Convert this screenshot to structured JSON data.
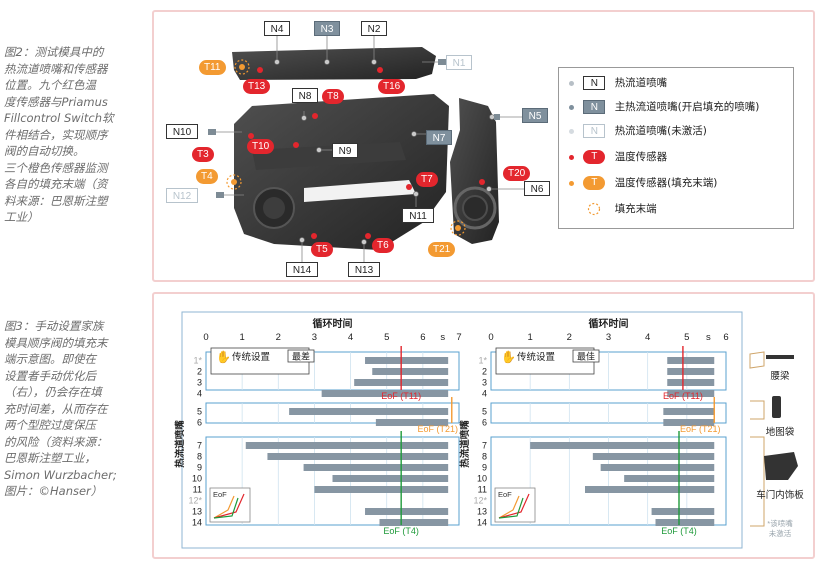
{
  "caption2": [
    "图2：测试模具中的",
    "热流道喷嘴和传感器",
    "位置。九个红色温",
    "度传感器与Priamus",
    "Fillcontrol Switch软",
    "件相结合，实现顺序",
    "阀的自动切换。",
    "三个橙色传感器监测",
    "各自的填充末端（资",
    "料来源：巴恩斯注塑",
    "工业）"
  ],
  "caption3": [
    "图3：手动设置家族",
    "模具顺序阀的填充末",
    "端示意图。即使在",
    "设置者手动优化后",
    "（右），仍会存在填",
    "充时间差，从而存在",
    "两个型腔过度保压",
    "的风险（资料来源：",
    "巴恩斯注塑工业，",
    "Simon Wurzbacher;",
    "图片：©Hanser）"
  ],
  "nozzles": {
    "N1": "N1",
    "N2": "N2",
    "N3": "N3",
    "N4": "N4",
    "N5": "N5",
    "N6": "N6",
    "N7": "N7",
    "N8": "N8",
    "N9": "N9",
    "N10": "N10",
    "N11": "N11",
    "N12": "N12",
    "N13": "N13",
    "N14": "N14"
  },
  "sensors": {
    "T3": "T3",
    "T4": "T4",
    "T5": "T5",
    "T6": "T6",
    "T7": "T7",
    "T8": "T8",
    "T10": "T10",
    "T11": "T11",
    "T13": "T13",
    "T16": "T16",
    "T20": "T20",
    "T21": "T21"
  },
  "legend": {
    "hot_runner_nozzle": "热流道喷嘴",
    "main_nozzle": "主热流道喷嘴(开启填充的喷嘴)",
    "inactive_nozzle": "热流道喷嘴(未激活)",
    "temp_sensor": "温度传感器",
    "temp_sensor_eof": "温度传感器(填充末端)",
    "fill_end": "填充末端",
    "sym_n": "N",
    "sym_t": "T"
  },
  "colors": {
    "red": "#e3262d",
    "orange": "#f39a32",
    "green": "#1f9a3a",
    "bar": "#8796a3",
    "frame": "#f3cfcf"
  },
  "charts": {
    "time_label": "循环时间",
    "y_label": "热流道喷嘴",
    "unit": "s",
    "left": {
      "setting_label": "传统设置",
      "quality": "最差",
      "ticks": [
        "0",
        "1",
        "2",
        "3",
        "4",
        "5",
        "6",
        "7"
      ]
    },
    "right": {
      "setting_label": "传统设置",
      "quality": "最佳",
      "ticks": [
        "0",
        "1",
        "2",
        "3",
        "4",
        "5",
        "6"
      ]
    },
    "eof_t11": "EoF (T11)",
    "eof_t21": "EoF (T21)",
    "eof_t4": "EoF (T4)",
    "inset_label": "EoF",
    "parts": {
      "beam": "腰梁",
      "map_pocket": "地图袋",
      "door_trim": "车门内饰板"
    },
    "note": [
      "*该喷嘴",
      "未激活"
    ]
  },
  "chart_data": [
    {
      "type": "bar",
      "title": "传统设置",
      "xlabel": "循环时间",
      "ylabel": "热流道喷嘴",
      "xlim": [
        0,
        7
      ],
      "groups": [
        {
          "rows": [
            "1*",
            "2",
            "3",
            "4"
          ],
          "bars": [
            [
              4.4,
              6.7
            ],
            [
              4.6,
              6.7
            ],
            [
              4.1,
              6.7
            ],
            [
              3.2,
              6.7
            ]
          ],
          "eof": 5.4,
          "eof_label": "EoF (T11)"
        },
        {
          "rows": [
            "5",
            "6"
          ],
          "bars": [
            [
              2.3,
              6.7
            ],
            [
              4.7,
              6.7
            ]
          ],
          "eof": 6.8,
          "eof_label": "EoF (T21)"
        },
        {
          "rows": [
            "7",
            "8",
            "9",
            "10",
            "11",
            "12*",
            "13",
            "14"
          ],
          "bars": [
            [
              1.1,
              6.7
            ],
            [
              1.7,
              6.7
            ],
            [
              2.7,
              6.7
            ],
            [
              3.5,
              6.7
            ],
            [
              3.0,
              6.7
            ],
            [
              null,
              null
            ],
            [
              4.4,
              6.7
            ],
            [
              4.8,
              6.7
            ]
          ],
          "eof": 5.4,
          "eof_label": "EoF (T4)"
        }
      ]
    },
    {
      "type": "bar",
      "title": "传统设置",
      "xlabel": "循环时间",
      "ylabel": "热流道喷嘴",
      "xlim": [
        0,
        6
      ],
      "groups": [
        {
          "rows": [
            "1*",
            "2",
            "3",
            "4"
          ],
          "bars": [
            [
              4.5,
              5.7
            ],
            [
              4.5,
              5.7
            ],
            [
              4.5,
              5.7
            ],
            [
              4.5,
              5.7
            ]
          ],
          "eof": 4.9,
          "eof_label": "EoF (T11)"
        },
        {
          "rows": [
            "5",
            "6"
          ],
          "bars": [
            [
              4.4,
              5.7
            ],
            [
              4.4,
              5.7
            ]
          ],
          "eof": 5.7,
          "eof_label": "EoF (T21)"
        },
        {
          "rows": [
            "7",
            "8",
            "9",
            "10",
            "11",
            "12*",
            "13",
            "14"
          ],
          "bars": [
            [
              1.0,
              5.7
            ],
            [
              2.6,
              5.7
            ],
            [
              2.8,
              5.7
            ],
            [
              3.4,
              5.7
            ],
            [
              2.4,
              5.7
            ],
            [
              null,
              null
            ],
            [
              4.1,
              5.7
            ],
            [
              4.2,
              5.7
            ]
          ],
          "eof": 4.8,
          "eof_label": "EoF (T4)"
        }
      ]
    }
  ]
}
